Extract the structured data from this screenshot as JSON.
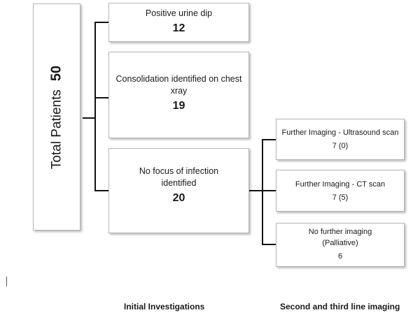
{
  "root": {
    "label": "Total Patients",
    "value": "50"
  },
  "initial": [
    {
      "label": "Positive urine dip",
      "value": "12"
    },
    {
      "label": "Consolidation identified on chest xray",
      "value": "19"
    },
    {
      "label": "No focus of infection identified",
      "value": "20"
    }
  ],
  "further": [
    {
      "label": "Further Imaging - Ultrasound scan",
      "value": "7 (0)"
    },
    {
      "label": "Further Imaging - CT scan",
      "value": "7 (5)"
    },
    {
      "label": "No further imaging (Palliative)",
      "value": "6"
    }
  ],
  "headings": {
    "initial": "Initial Investigations",
    "second": "Second and third line imaging"
  }
}
